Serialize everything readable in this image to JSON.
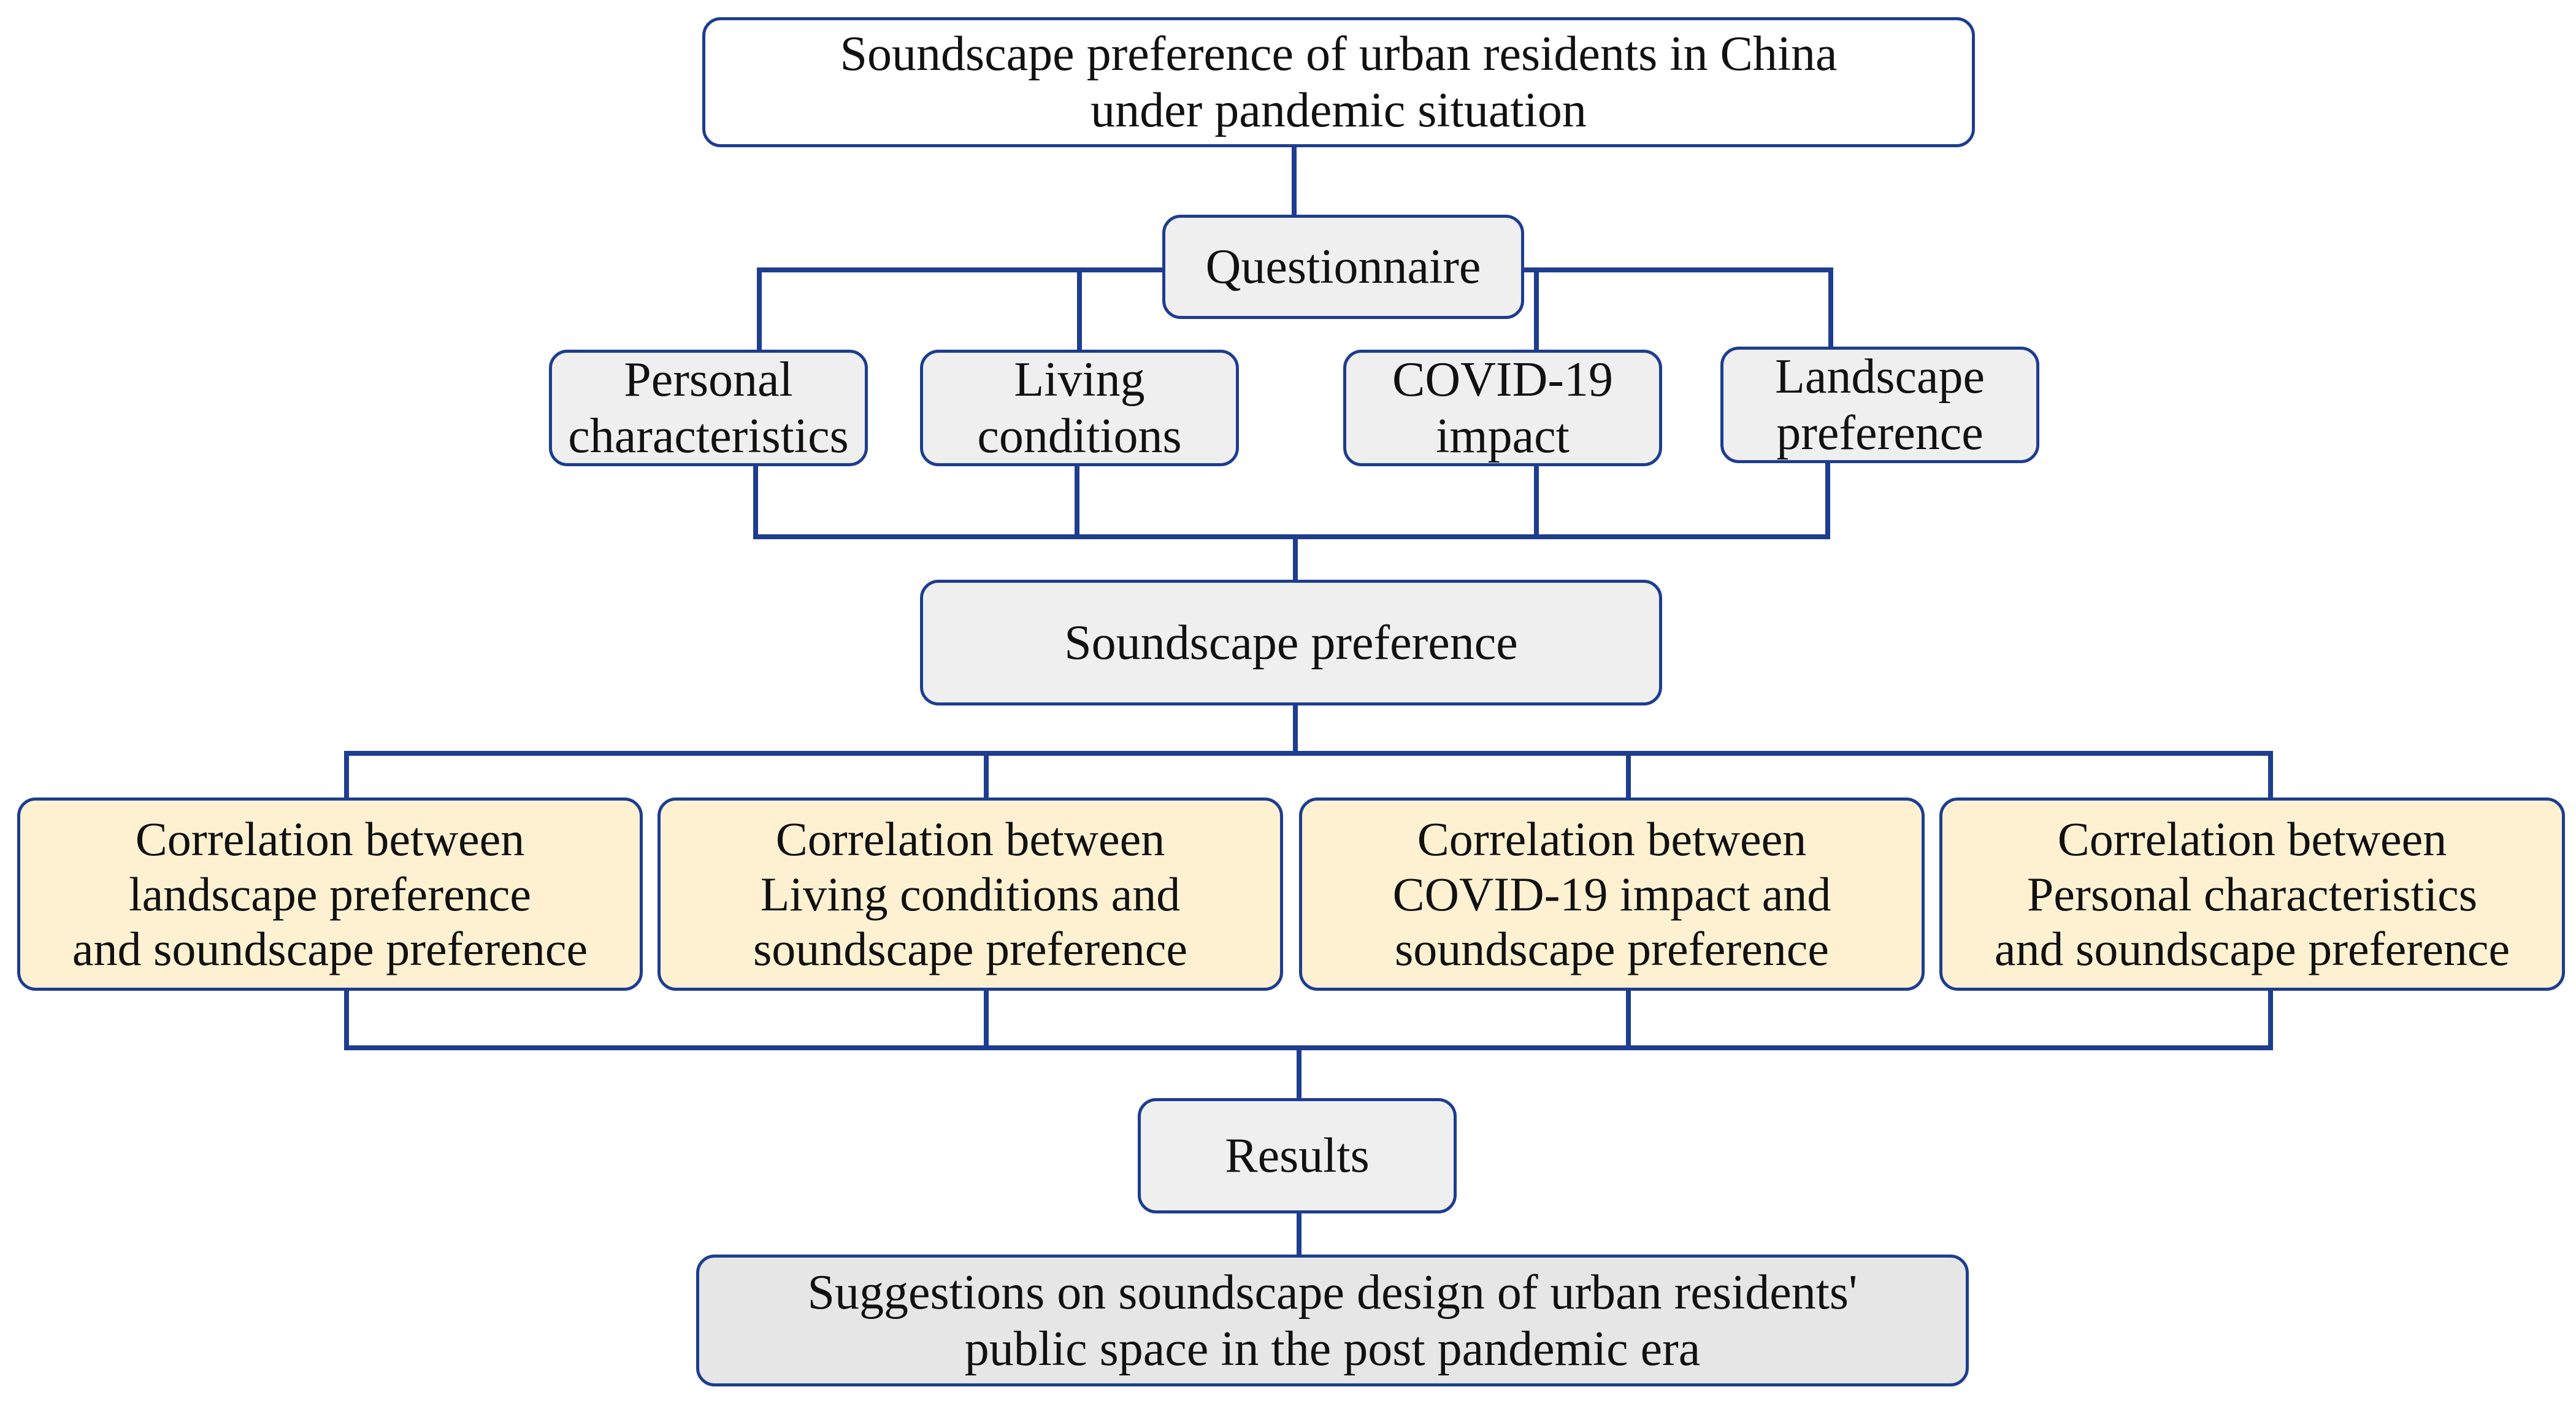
{
  "title": "Soundscape preference of urban residents in China\nunder pandemic situation",
  "questionnaire": "Questionnaire",
  "factors": [
    "Personal\ncharacteristics",
    "Living\nconditions",
    "COVID-19\nimpact",
    "Landscape\npreference"
  ],
  "soundscape": "Soundscape preference",
  "correlations": [
    "Correlation between\nlandscape preference\nand soundscape preference",
    "Correlation between\nLiving conditions and\nsoundscape preference",
    "Correlation between\nCOVID-19 impact and\nsoundscape preference",
    "Correlation between\nPersonal characteristics\nand soundscape preference"
  ],
  "results": "Results",
  "suggestions": "Suggestions on soundscape design of urban residents'\npublic space in the post pandemic era",
  "colors": {
    "line": "#1d3d8f",
    "grey_fill": "#efefef",
    "yellow_fill": "#fdf1d2"
  }
}
